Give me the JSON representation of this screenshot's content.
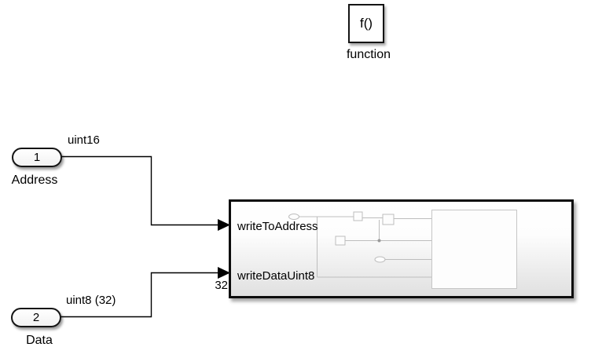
{
  "diagram_type": "simulink-block-diagram",
  "function_block": {
    "icon_text": "f()",
    "label": "function"
  },
  "inports": [
    {
      "number": "1",
      "name": "Address",
      "signal_label": "uint16"
    },
    {
      "number": "2",
      "name": "Data",
      "signal_label": "uint8 (32)"
    }
  ],
  "subsystem": {
    "input_ports": [
      {
        "label": "writeToAddress"
      },
      {
        "label": "writeDataUint8"
      }
    ],
    "signal_width_annotation": "32"
  },
  "colors": {
    "background": "#ffffff",
    "block_border": "#141414",
    "signal_line": "#000000",
    "preview_line": "#bdbdbd",
    "preview_fill": "#fdfdfd",
    "subsystem_gradient_bottom": "#e0e0e0"
  }
}
